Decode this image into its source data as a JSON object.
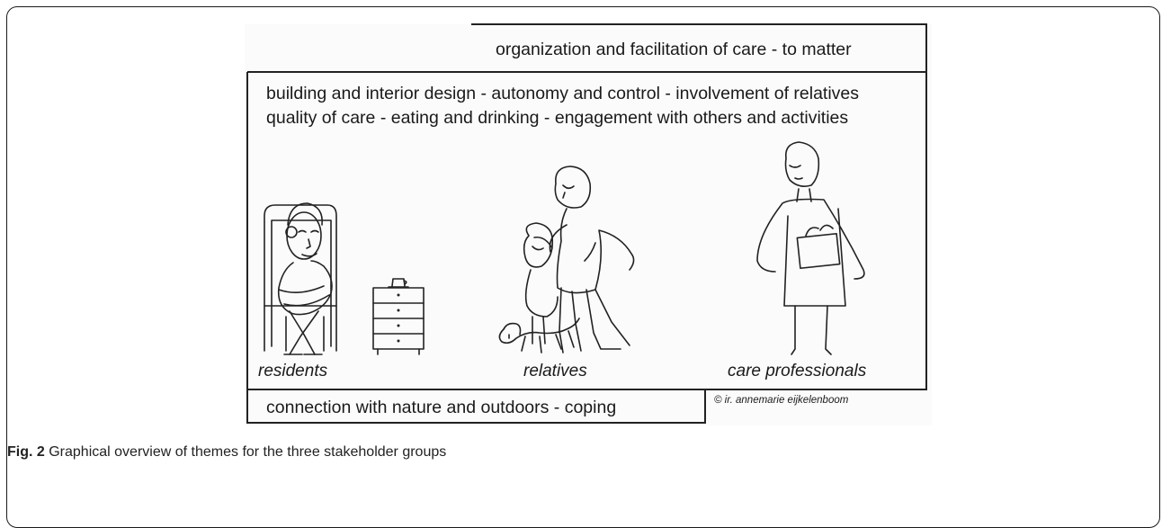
{
  "figure": {
    "top_theme": "organization and facilitation of care - to matter",
    "middle_themes": [
      "building and interior design -  autonomy and control - involvement of relatives",
      "quality of care - eating and drinking - engagement with others and activities"
    ],
    "bottom_theme": "connection with nature and outdoors - coping",
    "stakeholders": [
      "residents",
      "relatives",
      "care professionals"
    ],
    "credit": "© ir. annemarie eijkelenboom",
    "illustrations": [
      "resident-in-armchair",
      "side-table-with-cup",
      "parent-with-child",
      "dog",
      "care-professional-with-box"
    ]
  },
  "caption": {
    "label": "Fig. 2",
    "text": "Graphical overview of themes for the three stakeholder groups"
  }
}
